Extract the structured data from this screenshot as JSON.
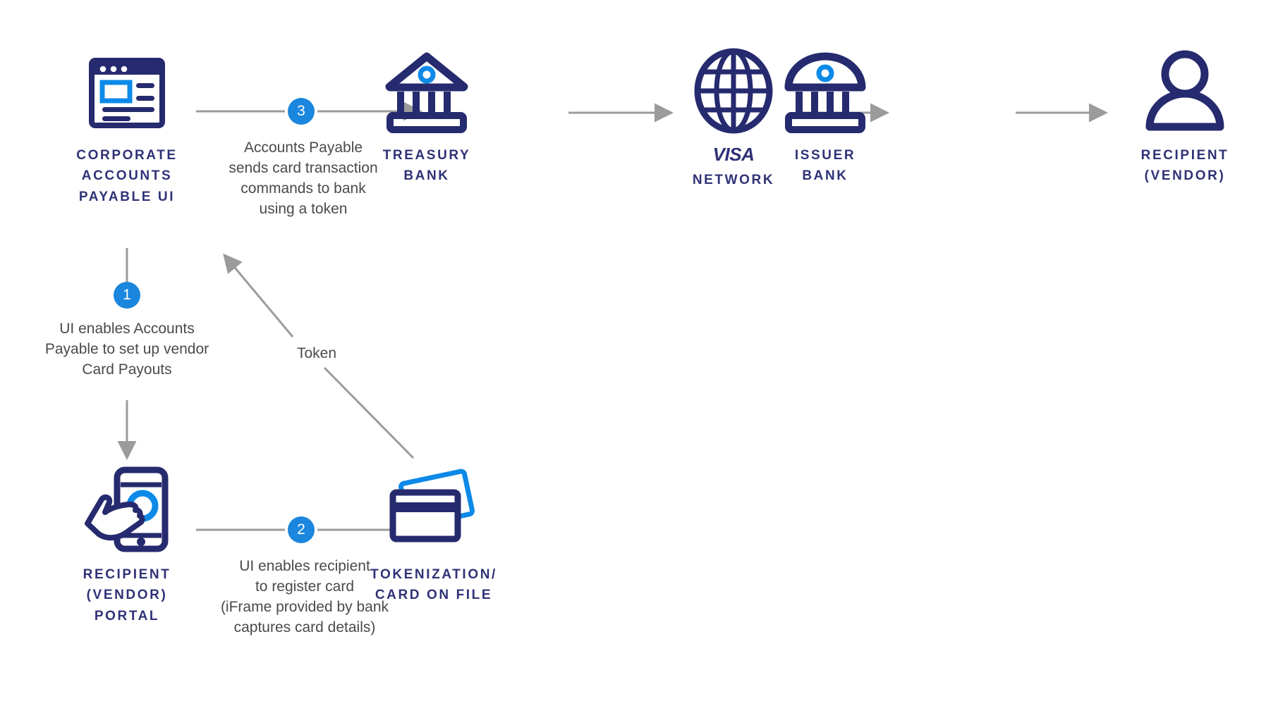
{
  "diagram": {
    "title": "Card Payouts Tokenization Flow",
    "colors": {
      "navy": "#2f3276",
      "deep_navy": "#262a6e",
      "azure": "#0d8ae8",
      "badge_blue": "#1a86dd",
      "arrow_gray": "#9b9b9b",
      "body_text": "#4a4a4a",
      "background": "#ffffff"
    },
    "nodes": [
      {
        "id": "corporate-ap-ui",
        "label": "CORPORATE\nACCOUNTS\nPAYABLE UI",
        "icon": "browser-window-icon"
      },
      {
        "id": "treasury-bank",
        "label": "TREASURY\nBANK",
        "icon": "bank-pediment-icon"
      },
      {
        "id": "visa-network",
        "label": "NETWORK",
        "wordmark": "VISA",
        "icon": "globe-icon"
      },
      {
        "id": "issuer-bank",
        "label": "ISSUER\nBANK",
        "icon": "bank-dome-icon"
      },
      {
        "id": "recipient-vendor",
        "label": "RECIPIENT\n(VENDOR)",
        "icon": "person-icon"
      },
      {
        "id": "recipient-vendor-portal",
        "label": "RECIPIENT\n(VENDOR)\nPORTAL",
        "icon": "mobile-tap-icon"
      },
      {
        "id": "tokenization-card-on-file",
        "label": "TOKENIZATION/\nCARD ON FILE",
        "icon": "credit-cards-icon"
      }
    ],
    "steps": [
      {
        "number": "1",
        "text": "UI enables Accounts\nPayable to set up vendor\nCard Payouts",
        "from": "corporate-ap-ui",
        "to": "recipient-vendor-portal"
      },
      {
        "number": "2",
        "text": "UI enables recipient\nto register card\n(iFrame provided by bank\ncaptures card details)",
        "from": "recipient-vendor-portal",
        "to": "tokenization-card-on-file"
      },
      {
        "number": "3",
        "text": "Accounts Payable\nsends card transaction\ncommands to bank\nusing a token",
        "from": "corporate-ap-ui",
        "to": "treasury-bank"
      }
    ],
    "edges": [
      {
        "id": "token-edge",
        "label": "Token",
        "from": "tokenization-card-on-file",
        "to": "corporate-ap-ui"
      },
      {
        "id": "treasury-to-visa",
        "label": "",
        "from": "treasury-bank",
        "to": "visa-network"
      },
      {
        "id": "visa-to-issuer",
        "label": "",
        "from": "visa-network",
        "to": "issuer-bank"
      },
      {
        "id": "issuer-to-recipient",
        "label": "",
        "from": "issuer-bank",
        "to": "recipient-vendor"
      }
    ]
  }
}
